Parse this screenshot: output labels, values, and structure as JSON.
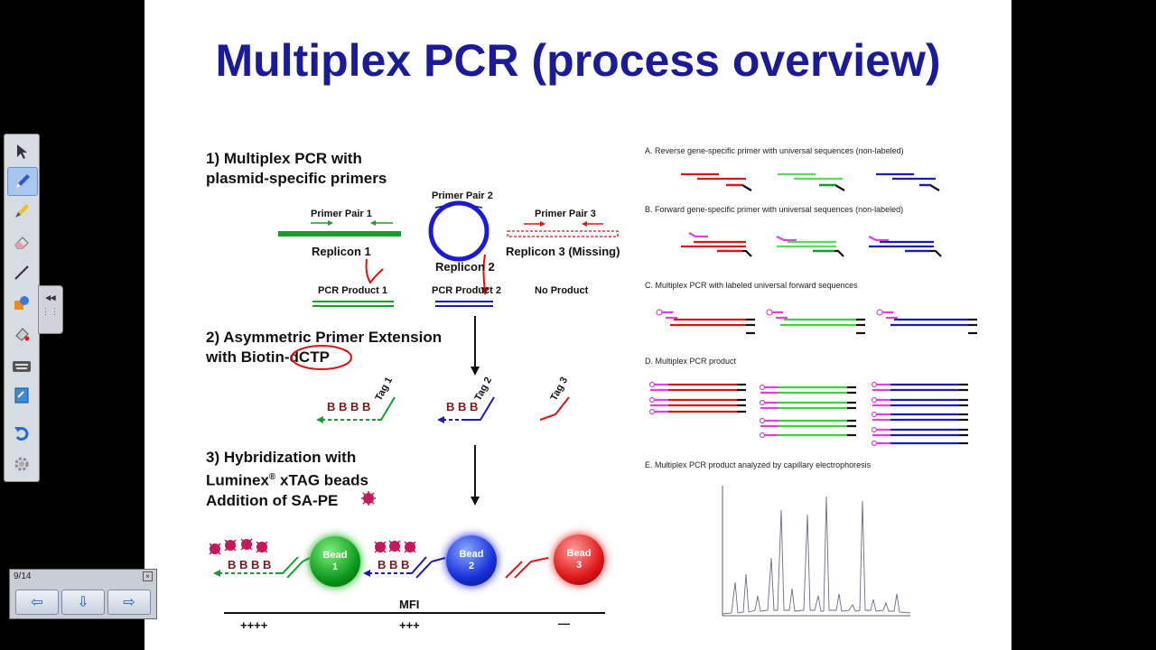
{
  "slide": {
    "title": "Multiplex PCR (process overview)",
    "step1": {
      "line1": "1) Multiplex PCR with",
      "line2": "plasmid-specific primers"
    },
    "step2": {
      "line1": "2) Asymmetric Primer Extension",
      "line2_a": "with Biotin-",
      "line2_b": "dCTP"
    },
    "step3": {
      "line1": "3) Hybridization with",
      "line2_a": "Luminex",
      "line2_sup": "®",
      "line2_b": " xTAG beads",
      "line3": "Addition of SA-PE"
    },
    "primer_pair_1": "Primer Pair 1",
    "primer_pair_2": "Primer Pair 2",
    "primer_pair_3": "Primer Pair 3",
    "replicon_1": "Replicon 1",
    "replicon_2": "Replicon 2",
    "replicon_3": "Replicon 3 (Missing)",
    "pcr_product_1": "PCR Product 1",
    "pcr_product_2": "PCR Product 2",
    "no_product": "No Product",
    "tag_1": "Tag 1",
    "tag_2": "Tag 2",
    "tag_3": "Tag 3",
    "biotin_bbbb": "B B B B",
    "biotin_bbb": "B B B",
    "bead_1": {
      "name": "Bead",
      "num": "1"
    },
    "bead_2": {
      "name": "Bead",
      "num": "2"
    },
    "bead_3": {
      "name": "Bead",
      "num": "3"
    },
    "mfi_label": "MFI",
    "mfi_1": "++++",
    "mfi_2": "+++",
    "mfi_3": "—",
    "panel_a": "A.  Reverse gene-specific primer with universal sequences (non-labeled)",
    "panel_b": "B.  Forward gene-specific primer with universal sequences (non-labeled)",
    "panel_c": "C.  Multiplex PCR with labeled universal forward sequences",
    "panel_d": "D.  Multiplex PCR product",
    "panel_e": "E.  Multiplex PCR product analyzed by capillary electrophoresis"
  },
  "colors": {
    "title": "#1b1b9a",
    "green": "#12a02a",
    "blue": "#1a1ab4",
    "red": "#d81818",
    "magenta": "#e040e0"
  },
  "toolbar": {
    "tools": [
      "select-arrow-icon",
      "pen-icon",
      "highlighter-icon",
      "eraser-icon",
      "line-icon",
      "shapes-icon",
      "fill-icon",
      "keyboard-icon",
      "notebook-icon",
      "undo-icon",
      "settings-icon"
    ],
    "active_tool": "pen-icon"
  },
  "pagenav": {
    "page": "9/14"
  }
}
